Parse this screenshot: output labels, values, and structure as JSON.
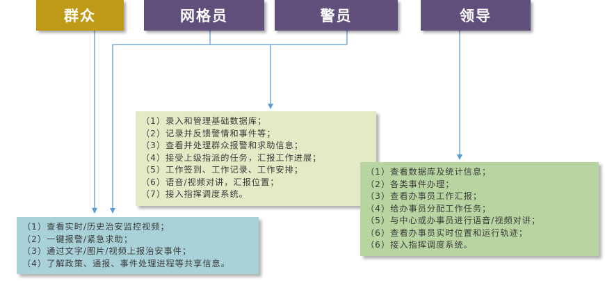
{
  "roles": {
    "masses": {
      "label": "群众",
      "color": "#bf9a16"
    },
    "grid_officer": {
      "label": "网格员",
      "color": "#5f4f7a"
    },
    "police": {
      "label": "警员",
      "color": "#5f4f7a"
    },
    "leader": {
      "label": "领导",
      "color": "#5f4f7a"
    }
  },
  "panels": {
    "masses_functions": {
      "color": "#a9d1d8",
      "items": [
        "（1）查看实时/历史治安监控视频；",
        "（2）一键报警/紧急求助；",
        "（3）通过文字/图片/视频上报治安事件；",
        "（4）了解政策、通报、事件处理进程等共享信息。"
      ]
    },
    "grid_police_functions": {
      "color": "#e2eac6",
      "items": [
        "（1）录入和管理基础数据库；",
        "（2）记录并反馈警情和事件等；",
        "（3）查看并处理群众报警和求助信息；",
        "（4）接受上级指派的任务，汇报工作进展；",
        "（5）工作签到、工作记录、工作安排；",
        "（6）语音/视频对讲，汇报位置；",
        "（7）接入指挥调度系统。"
      ]
    },
    "leader_functions": {
      "color": "#b8d5a1",
      "items": [
        "（1）查看数据库及统计信息；",
        "（2）各类事件办理；",
        "（3）查看办事员工作汇报；",
        "（4）给办事员分配工作任务；",
        "（5）与中心或办事员进行语音/视频对讲；",
        "（6）查看办事员实时位置和运行轨迹；",
        "（6）接入指挥调度系统。"
      ]
    }
  },
  "connector_color": "#5b9bd5"
}
